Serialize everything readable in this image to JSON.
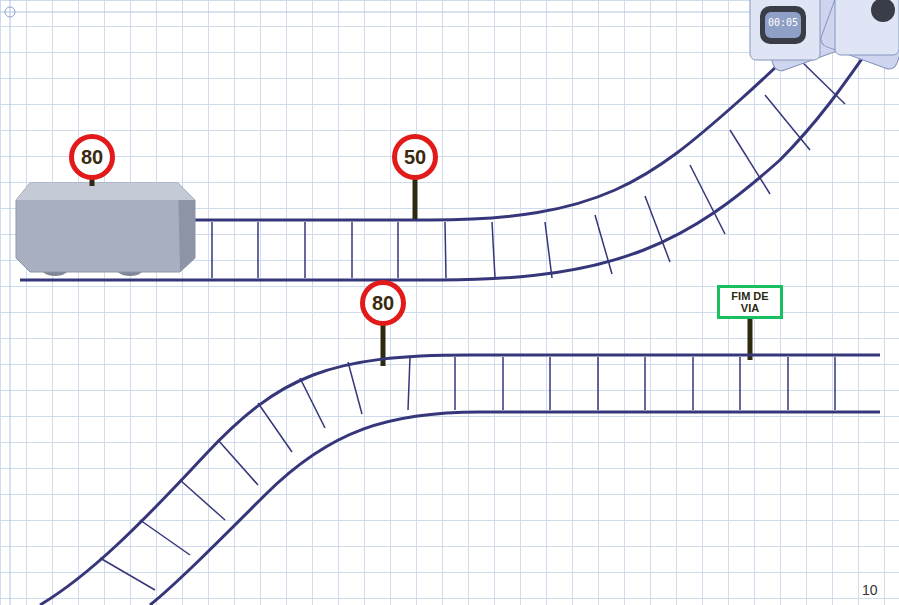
{
  "diagram": {
    "nodes": [
      {
        "text": [
          "80"
        ]
      },
      {
        "text": [
          "50"
        ]
      },
      {
        "text": [
          "80"
        ]
      },
      {
        "text": [
          "FIM DE VIA"
        ]
      }
    ],
    "labels": [
      "00:05",
      "10"
    ]
  }
}
